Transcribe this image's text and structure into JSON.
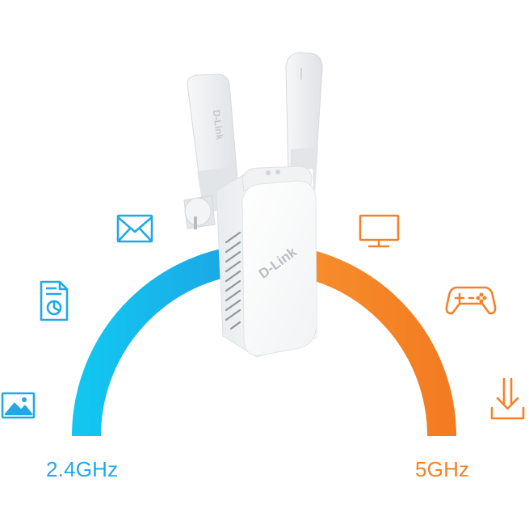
{
  "bands": {
    "left": {
      "label": "2.4GHz",
      "color": "#1fa9e6"
    },
    "right": {
      "label": "5GHz",
      "color": "#f5812a"
    }
  },
  "device": {
    "brand": "D-Link",
    "led_color": "#c8e84a"
  },
  "icons": {
    "left": [
      "image-icon",
      "document-pie-chart-icon",
      "mail-icon"
    ],
    "right": [
      "monitor-icon",
      "gamepad-icon",
      "download-icon"
    ]
  }
}
